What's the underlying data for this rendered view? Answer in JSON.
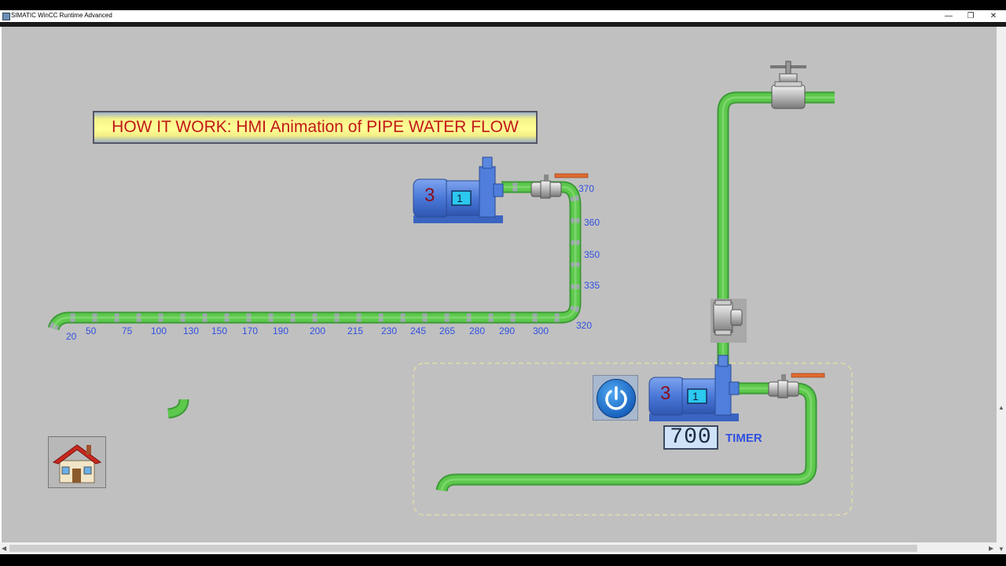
{
  "window": {
    "title": "SIMATIC WinCC Runtime Advanced",
    "minimize_glyph": "—",
    "restore_glyph": "❐",
    "close_glyph": "✕"
  },
  "banner": {
    "text": "HOW IT WORK: HMI Animation of PIPE WATER FLOW"
  },
  "pump_top": {
    "motor_number": "3",
    "head_number": "1"
  },
  "pump_bottom": {
    "motor_number": "3",
    "head_number": "1"
  },
  "scale_labels": [
    "20",
    "50",
    "75",
    "100",
    "130",
    "150",
    "170",
    "190",
    "200",
    "215",
    "230",
    "245",
    "265",
    "280",
    "290",
    "300",
    "320",
    "335",
    "350",
    "360",
    "370"
  ],
  "timer": {
    "value": "700",
    "label": "TIMER"
  },
  "icons": {
    "power": "power-icon",
    "home": "home-icon",
    "hand_valve": "hand-valve-icon",
    "ball_valve": "ball-valve-icon",
    "check_valve": "check-valve-icon"
  },
  "colors": {
    "pipe_green": "#5cc84c",
    "pipe_highlight": "#8ee07c",
    "pump_blue": "#4a78d8",
    "scale_text": "#3050e0",
    "banner_text": "#c01818",
    "valve_handle": "#e06a30"
  }
}
